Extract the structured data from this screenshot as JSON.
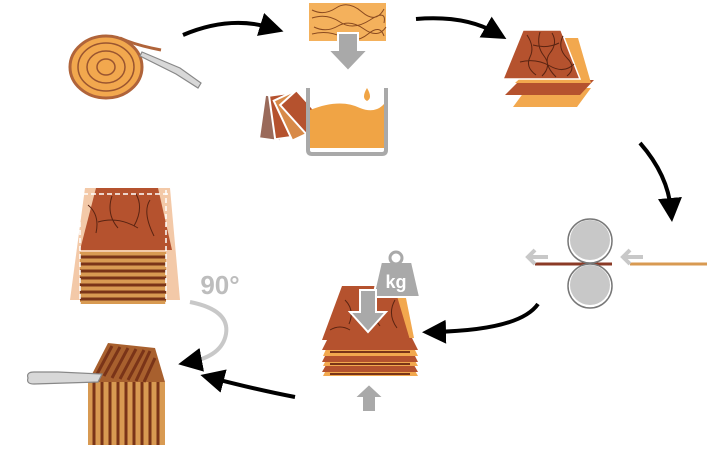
{
  "diagram": {
    "type": "process-flow",
    "title": "",
    "steps": [
      {
        "id": "peel",
        "name": "Rotary peeling of log into veneer"
      },
      {
        "id": "dye",
        "name": "Veneer sheet dyed in color bath"
      },
      {
        "id": "stack-sheets",
        "name": "Dyed veneer sheets layered"
      },
      {
        "id": "glue-roll",
        "name": "Sheets passed through glue rollers"
      },
      {
        "id": "press",
        "name": "Stack pressed under weight"
      },
      {
        "id": "slice",
        "name": "Block rotated 90° and sliced"
      }
    ],
    "rotation_label": "90°",
    "weight_label": "kg"
  },
  "colors": {
    "wood_light": "#F2A84E",
    "wood_dark": "#B5522E",
    "grain": "#6B2E14",
    "bath": "#F0A445",
    "gray": "#B8B8B8",
    "arrow": "#000000",
    "strip_dark": "#8B3A26",
    "strip_light": "#D89A52"
  }
}
